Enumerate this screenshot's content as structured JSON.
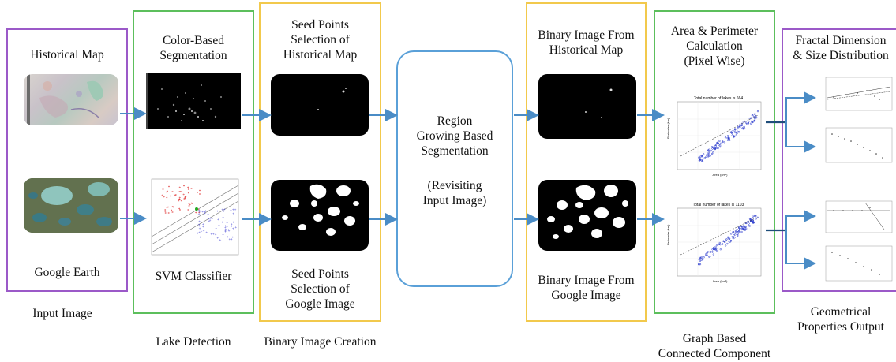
{
  "colors": {
    "purple": "#9b59c8",
    "green": "#5cbf5c",
    "orange": "#f2c94c",
    "blue": "#5aa0d8",
    "arrow": "#4a8cc6"
  },
  "input": {
    "title_top": "Historical Map",
    "title_bottom": "Google Earth",
    "caption": "Input Image"
  },
  "lake_detection": {
    "top": "Color-Based\nSegmentation",
    "bottom": "SVM Classifier",
    "caption": "Lake Detection"
  },
  "binary_creation": {
    "top": "Seed Points\nSelection of\nHistorical Map",
    "bottom": "Seed Points\nSelection of\nGoogle Image",
    "caption": "Binary Image Creation"
  },
  "region_growing": {
    "text": "Region\nGrowing Based\nSegmentation",
    "sub": "(Revisiting\nInput Image)"
  },
  "binary_output": {
    "top": "Binary Image From\nHistorical Map",
    "bottom": "Binary Image From\nGoogle Image"
  },
  "graph_cc": {
    "top": "Area & Perimeter\nCalculation\n(Pixel Wise)",
    "caption": "Graph Based\nConnected Component",
    "plot1_title": "Total number of lakes is 664",
    "plot2_title": "Total number of lakes is 1103"
  },
  "geometric": {
    "top": "Fractal Dimension\n& Size Distribution",
    "caption": "Geometrical\nProperties Output"
  }
}
